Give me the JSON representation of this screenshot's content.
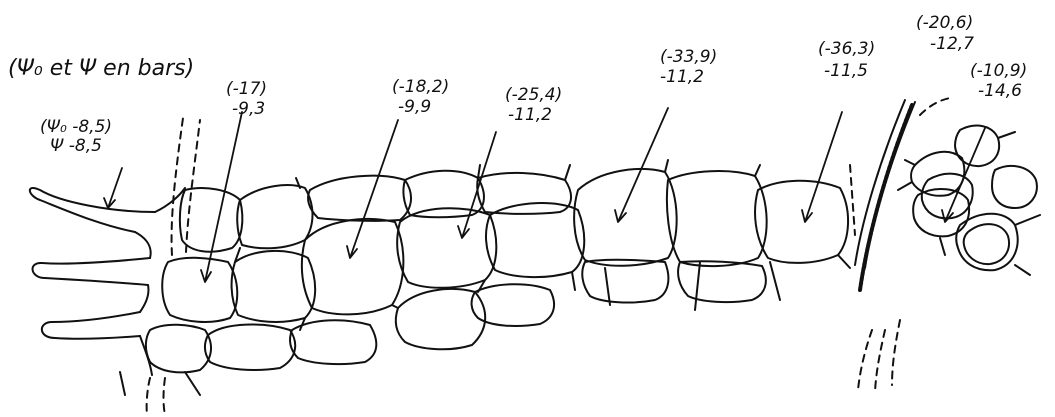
{
  "title": "(Ψ₀ et Ψ en bars)",
  "labels": [
    {
      "id": "epidermis",
      "psi0": "(Ψ₀  -8,5)",
      "psi": "Ψ  -8,5"
    },
    {
      "id": "cell-1",
      "psi0": "(-17)",
      "psi": "-9,3"
    },
    {
      "id": "cell-2",
      "psi0": "(-18,2)",
      "psi": "-9,9"
    },
    {
      "id": "cell-3",
      "psi0": "(-25,4)",
      "psi": "-11,2"
    },
    {
      "id": "cell-4",
      "psi0": "(-33,9)",
      "psi": "-11,2"
    },
    {
      "id": "endodermis",
      "psi0": "(-36,3)",
      "psi": "-11,5"
    },
    {
      "id": "pericycle",
      "psi0": "(-20,6)",
      "psi": "-12,7"
    },
    {
      "id": "stele",
      "psi0": "(-10,9)",
      "psi": "-14,6"
    }
  ],
  "colors": {
    "ink": "#111111",
    "background": "#ffffff"
  }
}
